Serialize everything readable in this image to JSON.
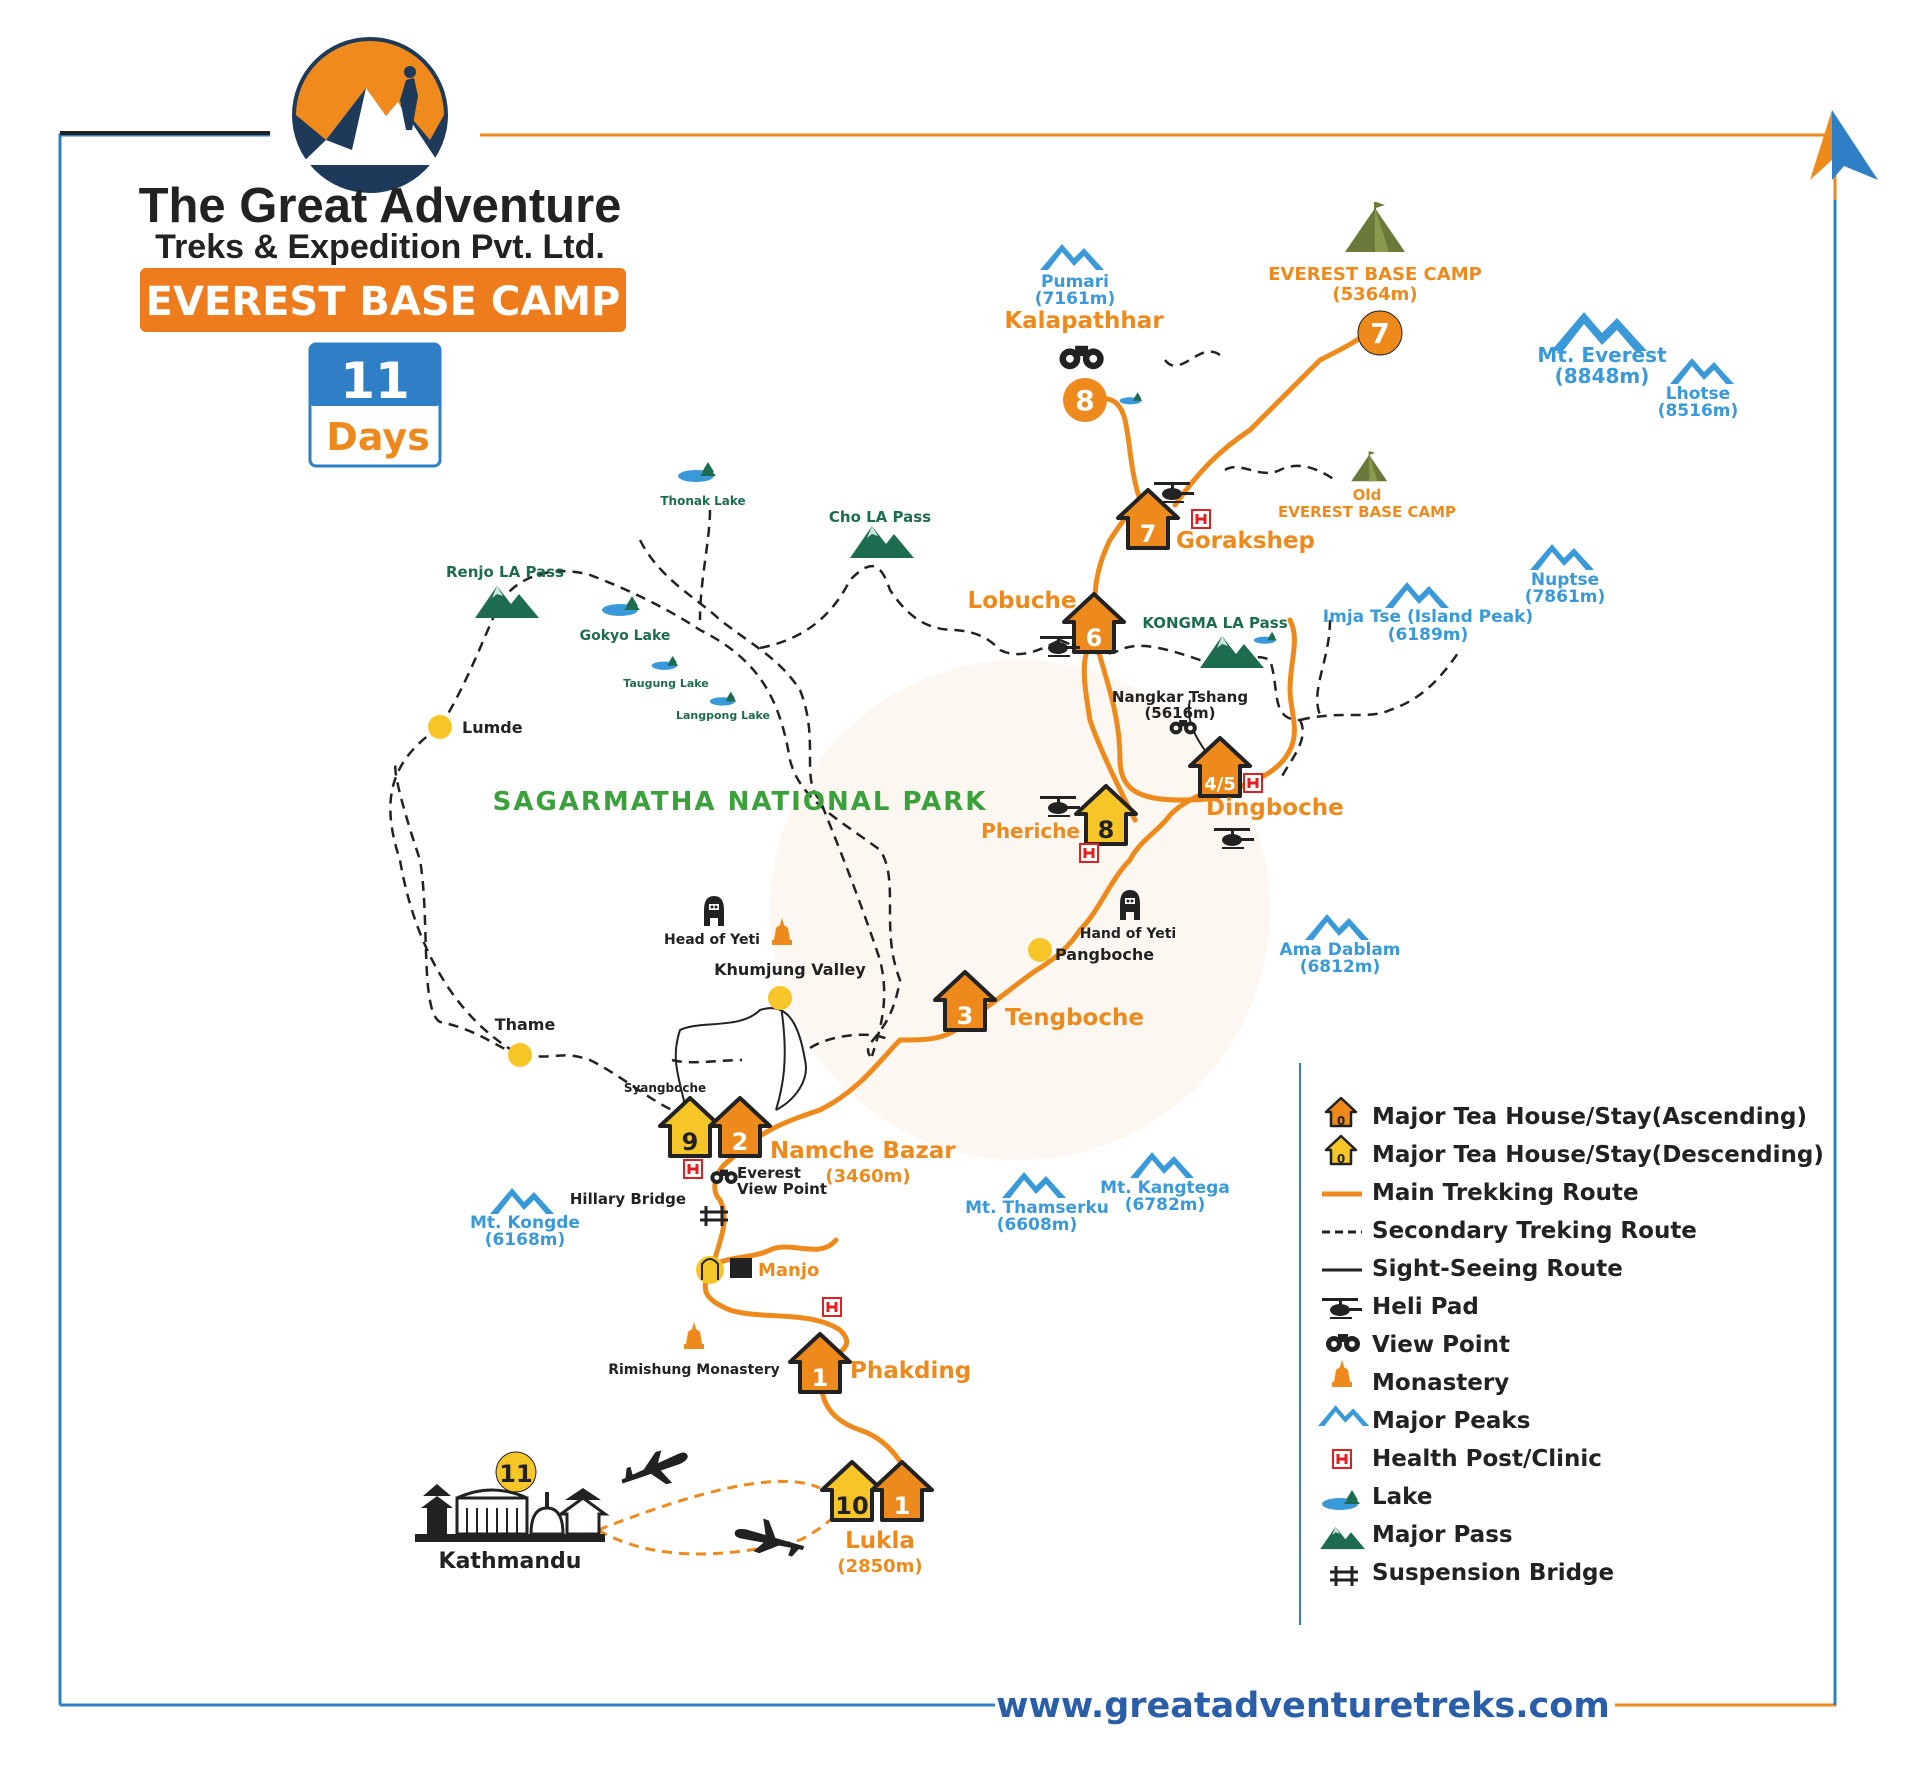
{
  "brand": {
    "line1": "The Great Adventure",
    "line2": "Treks & Expedition Pvt. Ltd.",
    "banner": "EVEREST BASE CAMP",
    "days_number": "11",
    "days_label": "Days"
  },
  "park_label": "SAGARMATHA NATIONAL PARK",
  "website": "www.greatadventuretreks.com",
  "colors": {
    "orange": "#ee8a1c",
    "blue": "#3a9ad9",
    "green": "#1e6c50",
    "yellow": "#f6c629",
    "frame_blue": "#2f7fc6"
  },
  "stops": [
    {
      "id": "kathmandu",
      "name": "Kathmandu",
      "day": "11"
    },
    {
      "id": "lukla",
      "name": "Lukla",
      "altitude": "(2850m)",
      "days": [
        "10",
        "1"
      ]
    },
    {
      "id": "phakding",
      "name": "Phakding",
      "day": "1"
    },
    {
      "id": "manjo",
      "name": "Manjo"
    },
    {
      "id": "namche",
      "name": "Namche Bazar",
      "altitude": "(3460m)",
      "days": [
        "9",
        "2"
      ]
    },
    {
      "id": "tengboche",
      "name": "Tengboche",
      "day": "3"
    },
    {
      "id": "pangboche",
      "name": "Pangboche"
    },
    {
      "id": "pheriche",
      "name": "Pheriche",
      "day": "8"
    },
    {
      "id": "dingboche",
      "name": "Dingboche",
      "day": "4/5"
    },
    {
      "id": "lobuche",
      "name": "Lobuche",
      "day": "6"
    },
    {
      "id": "gorakshep",
      "name": "Gorakshep",
      "day": "7"
    },
    {
      "id": "kalapathhar",
      "name": "Kalapathhar",
      "day": "8"
    },
    {
      "id": "ebc",
      "name": "EVEREST BASE CAMP",
      "altitude": "(5364m)",
      "day": "7"
    }
  ],
  "old_ebc": {
    "line1": "Old",
    "line2": "EVEREST BASE CAMP"
  },
  "peaks": [
    {
      "id": "pumari",
      "name": "Pumari",
      "altitude": "(7161m)"
    },
    {
      "id": "everest",
      "name": "Mt. Everest",
      "altitude": "(8848m)"
    },
    {
      "id": "lhotse",
      "name": "Lhotse",
      "altitude": "(8516m)"
    },
    {
      "id": "nuptse",
      "name": "Nuptse",
      "altitude": "(7861m)"
    },
    {
      "id": "imjatse",
      "name": "Imja Tse (Island Peak)",
      "altitude": "(6189m)"
    },
    {
      "id": "amadablam",
      "name": "Ama Dablam",
      "altitude": "(6812m)"
    },
    {
      "id": "kangtega",
      "name": "Mt. Kangtega",
      "altitude": "(6782m)"
    },
    {
      "id": "thamserku",
      "name": "Mt. Thamserku",
      "altitude": "(6608m)"
    },
    {
      "id": "kongde",
      "name": "Mt. Kongde",
      "altitude": "(6168m)"
    }
  ],
  "passes": [
    {
      "id": "renjo",
      "name": "Renjo LA Pass"
    },
    {
      "id": "cho",
      "name": "Cho LA Pass"
    },
    {
      "id": "kongma",
      "name": "KONGMA LA Pass"
    }
  ],
  "lakes": [
    {
      "id": "thonak",
      "name": "Thonak Lake"
    },
    {
      "id": "gokyo",
      "name": "Gokyo Lake"
    },
    {
      "id": "taugung",
      "name": "Taugung Lake"
    },
    {
      "id": "langpong",
      "name": "Langpong Lake"
    }
  ],
  "places": [
    {
      "id": "lumde",
      "name": "Lumde"
    },
    {
      "id": "thame",
      "name": "Thame"
    },
    {
      "id": "syangboche",
      "name": "Syangboche"
    },
    {
      "id": "khumjung",
      "name": "Khumjung Valley"
    },
    {
      "id": "head_yeti",
      "name": "Head of Yeti"
    },
    {
      "id": "hand_yeti",
      "name": "Hand of Yeti"
    },
    {
      "id": "hillary",
      "name": "Hillary Bridge"
    },
    {
      "id": "evp_1",
      "name": "Everest"
    },
    {
      "id": "evp_2",
      "name": "View Point"
    },
    {
      "id": "rimishung",
      "name": "Rimishung Monastery"
    },
    {
      "id": "nangkar",
      "name": "Nangkar Tshang"
    },
    {
      "id": "nangkar_alt",
      "name": "(5616m)"
    }
  ],
  "legend": [
    {
      "icon": "tea-house-ascending-icon",
      "label": "Major Tea House/Stay(Ascending)",
      "sample": "0"
    },
    {
      "icon": "tea-house-descending-icon",
      "label": "Major Tea House/Stay(Descending)",
      "sample": "0"
    },
    {
      "icon": "main-route-icon",
      "label": "Main Trekking Route"
    },
    {
      "icon": "secondary-route-icon",
      "label": "Secondary Treking Route"
    },
    {
      "icon": "sightseeing-route-icon",
      "label": "Sight-Seeing Route"
    },
    {
      "icon": "helipad-icon",
      "label": "Heli Pad"
    },
    {
      "icon": "binoculars-icon",
      "label": "View Point"
    },
    {
      "icon": "monastery-icon",
      "label": "Monastery"
    },
    {
      "icon": "peak-icon",
      "label": "Major Peaks"
    },
    {
      "icon": "health-post-icon",
      "label": "Health Post/Clinic",
      "sample": "H"
    },
    {
      "icon": "lake-icon",
      "label": "Lake"
    },
    {
      "icon": "pass-icon",
      "label": "Major Pass"
    },
    {
      "icon": "suspension-bridge-icon",
      "label": "Suspension Bridge"
    }
  ]
}
